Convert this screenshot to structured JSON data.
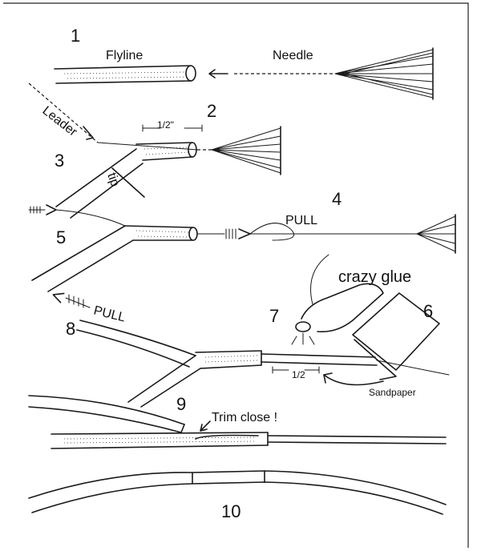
{
  "steps": {
    "s1": "1",
    "s2": "2",
    "s3": "3",
    "s4": "4",
    "s5": "5",
    "s6": "6",
    "s7": "7",
    "s8": "8",
    "s9": "9",
    "s10": "10"
  },
  "labels": {
    "flyline": "Flyline",
    "needle": "Needle",
    "leader": "Leader",
    "tip": "tip",
    "half_inch_top": "1/2\"",
    "pull_1": "PULL",
    "pull_2": "PULL",
    "crazy_glue": "crazy glue",
    "half_inch_bottom": "1/2",
    "sandpaper": "Sandpaper",
    "trim_close": "Trim close !"
  }
}
